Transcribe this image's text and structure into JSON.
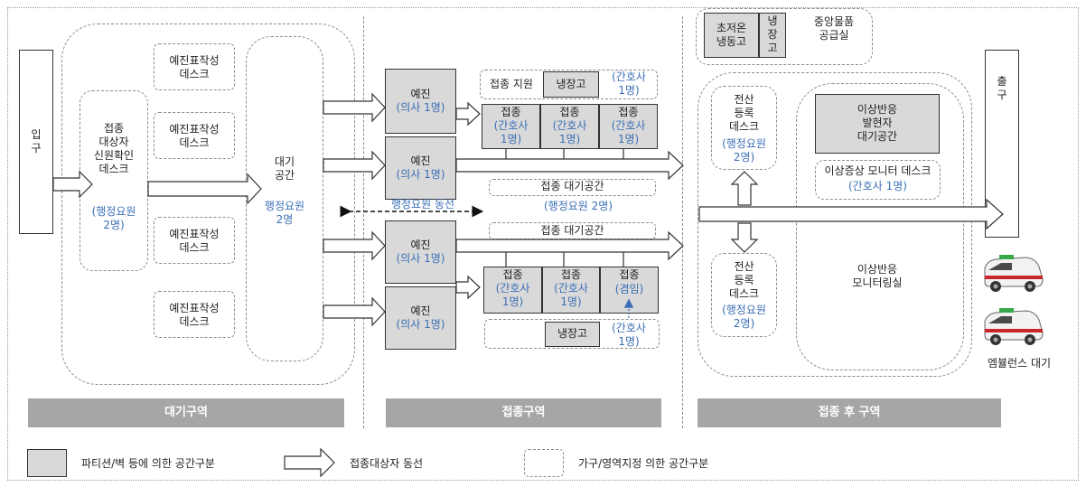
{
  "entrance": "입\n구",
  "exit": "출\n구",
  "waiting": {
    "identity_desk": "접종\n대상자\n신원확인\n데스크",
    "identity_staff": "(행정요원\n2명)",
    "screening_desks": [
      "예진표작성\n데스크",
      "예진표작성\n데스크",
      "예진표작성\n데스크",
      "예진표작성\n데스크"
    ],
    "waiting_space": "대기\n공간",
    "waiting_staff": "행정요원\n2명"
  },
  "vaccination": {
    "exam_rooms": [
      {
        "title": "예진",
        "staff": "(의사 1명)"
      },
      {
        "title": "예진",
        "staff": "(의사 1명)"
      },
      {
        "title": "예진",
        "staff": "(의사 1명)"
      },
      {
        "title": "예진",
        "staff": "(의사 1명)"
      }
    ],
    "support_top": {
      "label": "접종 지원",
      "fridge": "냉장고",
      "staff": "(간호사\n1명)"
    },
    "booths_top": [
      {
        "title": "접종",
        "staff": "(간호사\n1명)"
      },
      {
        "title": "접종",
        "staff": "(간호사\n1명)"
      },
      {
        "title": "접종",
        "staff": "(간호사\n1명)"
      }
    ],
    "waiting_upper": "접종 대기공간",
    "waiting_upper_staff": "(행정요원 2명)",
    "admin_flow": "행정요원 동선",
    "waiting_lower": "접종 대기공간",
    "booths_bottom": [
      {
        "title": "접종",
        "staff": "(간호사\n1명)"
      },
      {
        "title": "접종",
        "staff": "(간호사\n1명)"
      },
      {
        "title": "접종",
        "staff": "(겸임)"
      }
    ],
    "fridge_bottom": "냉장고",
    "fridge_bottom_staff": "(간호사\n1명)"
  },
  "post": {
    "freezer": "초저온\n냉동고",
    "fridge": "냉\n장\n고",
    "supply": "중앙물품\n공급실",
    "desk_top": {
      "title": "전산\n등록\n데스크",
      "staff": "(행정요원\n2명)"
    },
    "desk_bottom": {
      "title": "전산\n등록\n데스크",
      "staff": "(행정요원\n2명)"
    },
    "reaction_space": "이상반응\n발현자\n대기공간",
    "monitor_desk": "이상증상 모니터 데스크",
    "monitor_staff": "(간호사 1명)",
    "monitoring_room": "이상반응\n모니터링실",
    "ambulance": "엠뷸런스 대기"
  },
  "zones": [
    "대기구역",
    "접종구역",
    "접종 후 구역"
  ],
  "legend": {
    "partition": "파티션/벽 등에 의한 공간구분",
    "flow": "접종대상자 동선",
    "furniture": "가구/영역지정 의한 공간구분"
  },
  "colors": {
    "box_fill": "#d9d9d9",
    "zone_bar": "#a6a6a6",
    "staff_text": "#3b6fb6",
    "dash": "#8c8c8c"
  }
}
